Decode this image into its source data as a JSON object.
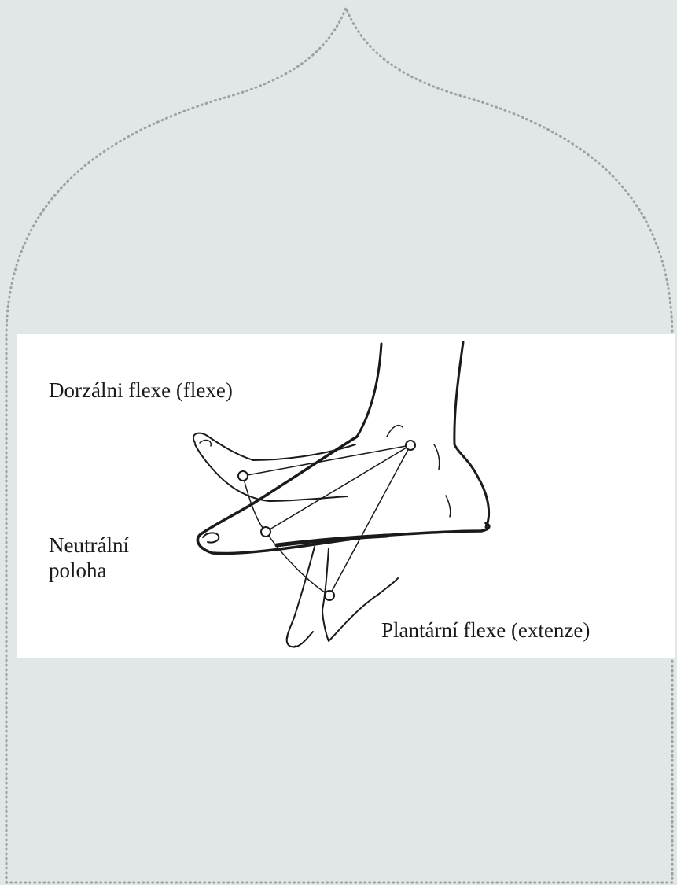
{
  "diagram": {
    "labels": {
      "dorsal_flexion": "Dorzálni flexe (flexe)",
      "neutral_position": "Neutrální poloha",
      "plantar_flexion": "Plantární flexe (extenze)"
    }
  },
  "colors": {
    "background": "#e1e6e6",
    "panel": "#ffffff",
    "outline": "#9aa3a3",
    "ink": "#1a1a1a"
  }
}
